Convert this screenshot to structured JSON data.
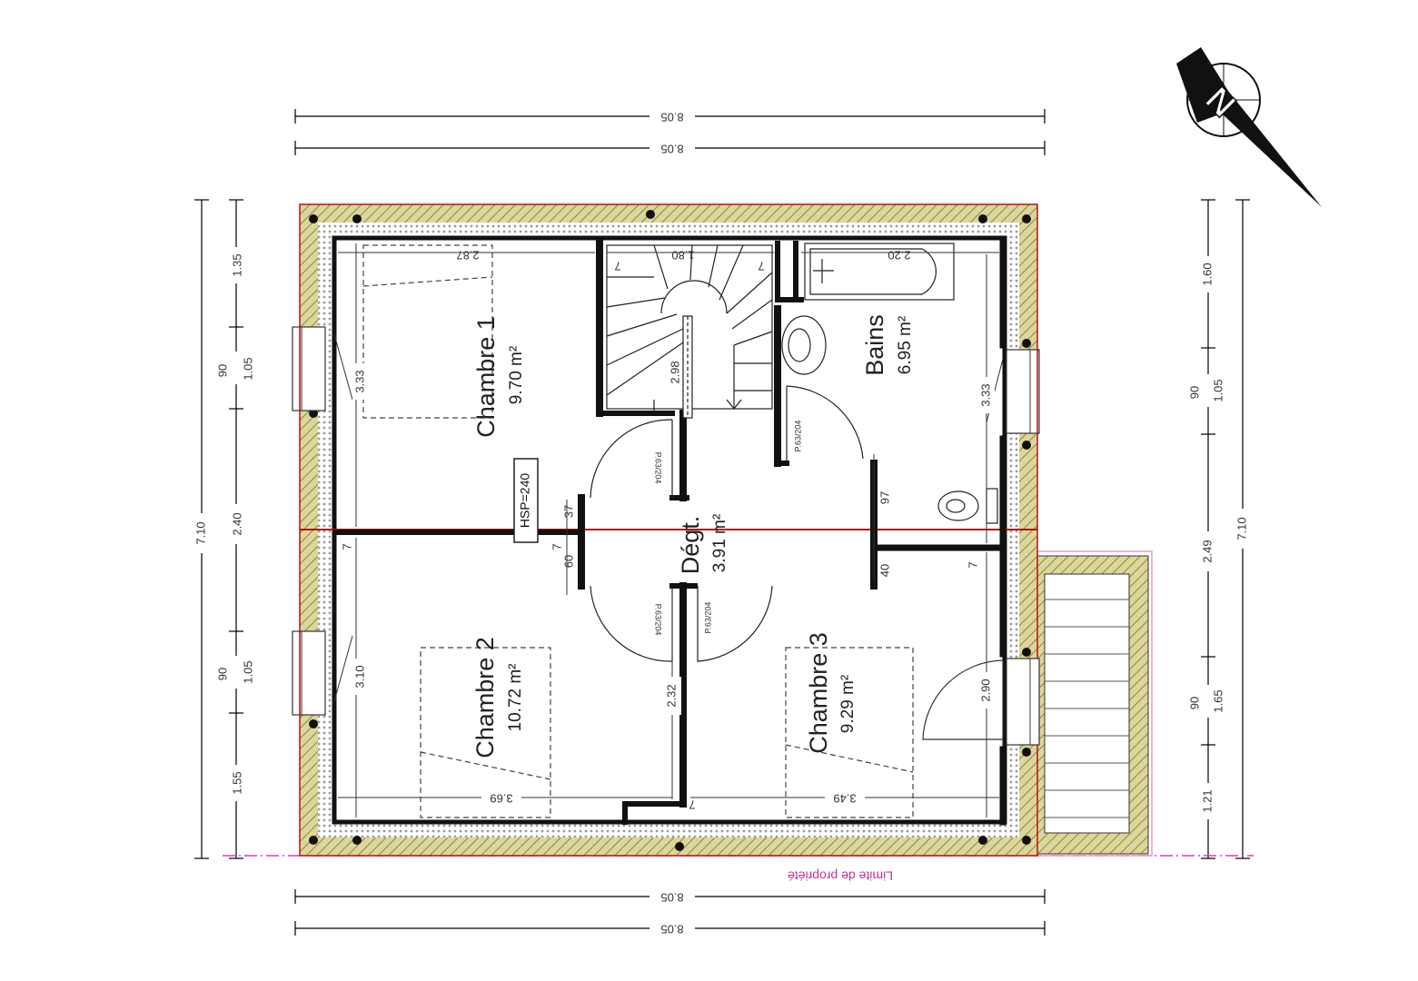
{
  "rooms": {
    "chambre1": {
      "name": "Chambre 1",
      "area": "9.70 m²"
    },
    "chambre2": {
      "name": "Chambre 2",
      "area": "10.72 m²"
    },
    "chambre3": {
      "name": "Chambre 3",
      "area": "9.29 m²"
    },
    "bains": {
      "name": "Bains",
      "area": "6.95 m²"
    },
    "degt": {
      "name": "Dégt.",
      "area": "3.91 m²"
    }
  },
  "hsp": "HSP=240",
  "property_limit": "Limite de propriété",
  "dimensions": {
    "width_top1": "8.05",
    "width_top2": "8.05",
    "width_bottom1": "8.05",
    "width_bottom2": "8.05",
    "left_total": "7.10",
    "left_segments": [
      "1.35",
      "1.05",
      "2.40",
      "1.05",
      "1.55"
    ],
    "left_window1": "90",
    "left_window2": "90",
    "right_total": "7.10",
    "right_segments": [
      "1.60",
      "1.05",
      "2.49",
      "1.65",
      "1.21"
    ],
    "right_window1": "90",
    "right_window2": "90",
    "inner": {
      "ch1_width": "2.87",
      "stair_width": "1.80",
      "bath_width": "2.20",
      "ch1_height": "3.33",
      "bath_height": "3.33",
      "stair_height": "2.98",
      "ch2_height": "3.10",
      "ch2_width": "3.69",
      "ch3_width": "3.49",
      "corridor_height": "2.32",
      "ch3_height": "2.90",
      "door_97": "97",
      "door_40": "40",
      "degt_37": "37",
      "degt_60": "60",
      "mark_7a": "7",
      "mark_7b": "7",
      "mark_7c": "7",
      "mark_7d": "7",
      "mark_7e": "7",
      "mark_7f": "7"
    },
    "door_labels": [
      "P.63/204",
      "P.63/204",
      "P.63/204",
      "P.63/204"
    ]
  },
  "compass": {
    "label": "N",
    "icon": "north-arrow-icon"
  },
  "colors": {
    "wall_hatch": "#c9c27e",
    "wall_dark": "#1a1a1a",
    "section_line": "#b01515",
    "property_line": "#e03fae",
    "insulation": "#9a9a9a"
  }
}
